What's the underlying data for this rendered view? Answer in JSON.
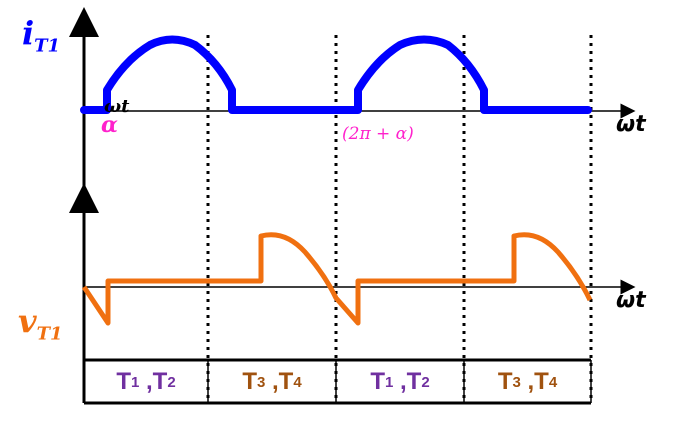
{
  "labels": {
    "current_label": "i",
    "current_sub": "T1",
    "voltage_label": "v",
    "voltage_sub": "T1",
    "axis_top": "ωt",
    "axis_bottom": "ωt",
    "axis_inline": "ωt",
    "alpha": "α",
    "two_pi_alpha": "(2π + α)"
  },
  "table": {
    "cells": [
      {
        "a": "T",
        "a_sub": "1",
        "b": "T",
        "b_sub": "2",
        "color": "#7030a0"
      },
      {
        "a": "T",
        "a_sub": "3",
        "b": "T",
        "b_sub": "4",
        "color": "#a0520f"
      },
      {
        "a": "T",
        "a_sub": "1",
        "b": "T",
        "b_sub": "2",
        "color": "#7030a0"
      },
      {
        "a": "T",
        "a_sub": "3",
        "b": "T",
        "b_sub": "4",
        "color": "#a0520f"
      }
    ]
  },
  "colors": {
    "current": "#0000ff",
    "voltage": "#f07010",
    "alpha": "#ff22cc"
  }
}
